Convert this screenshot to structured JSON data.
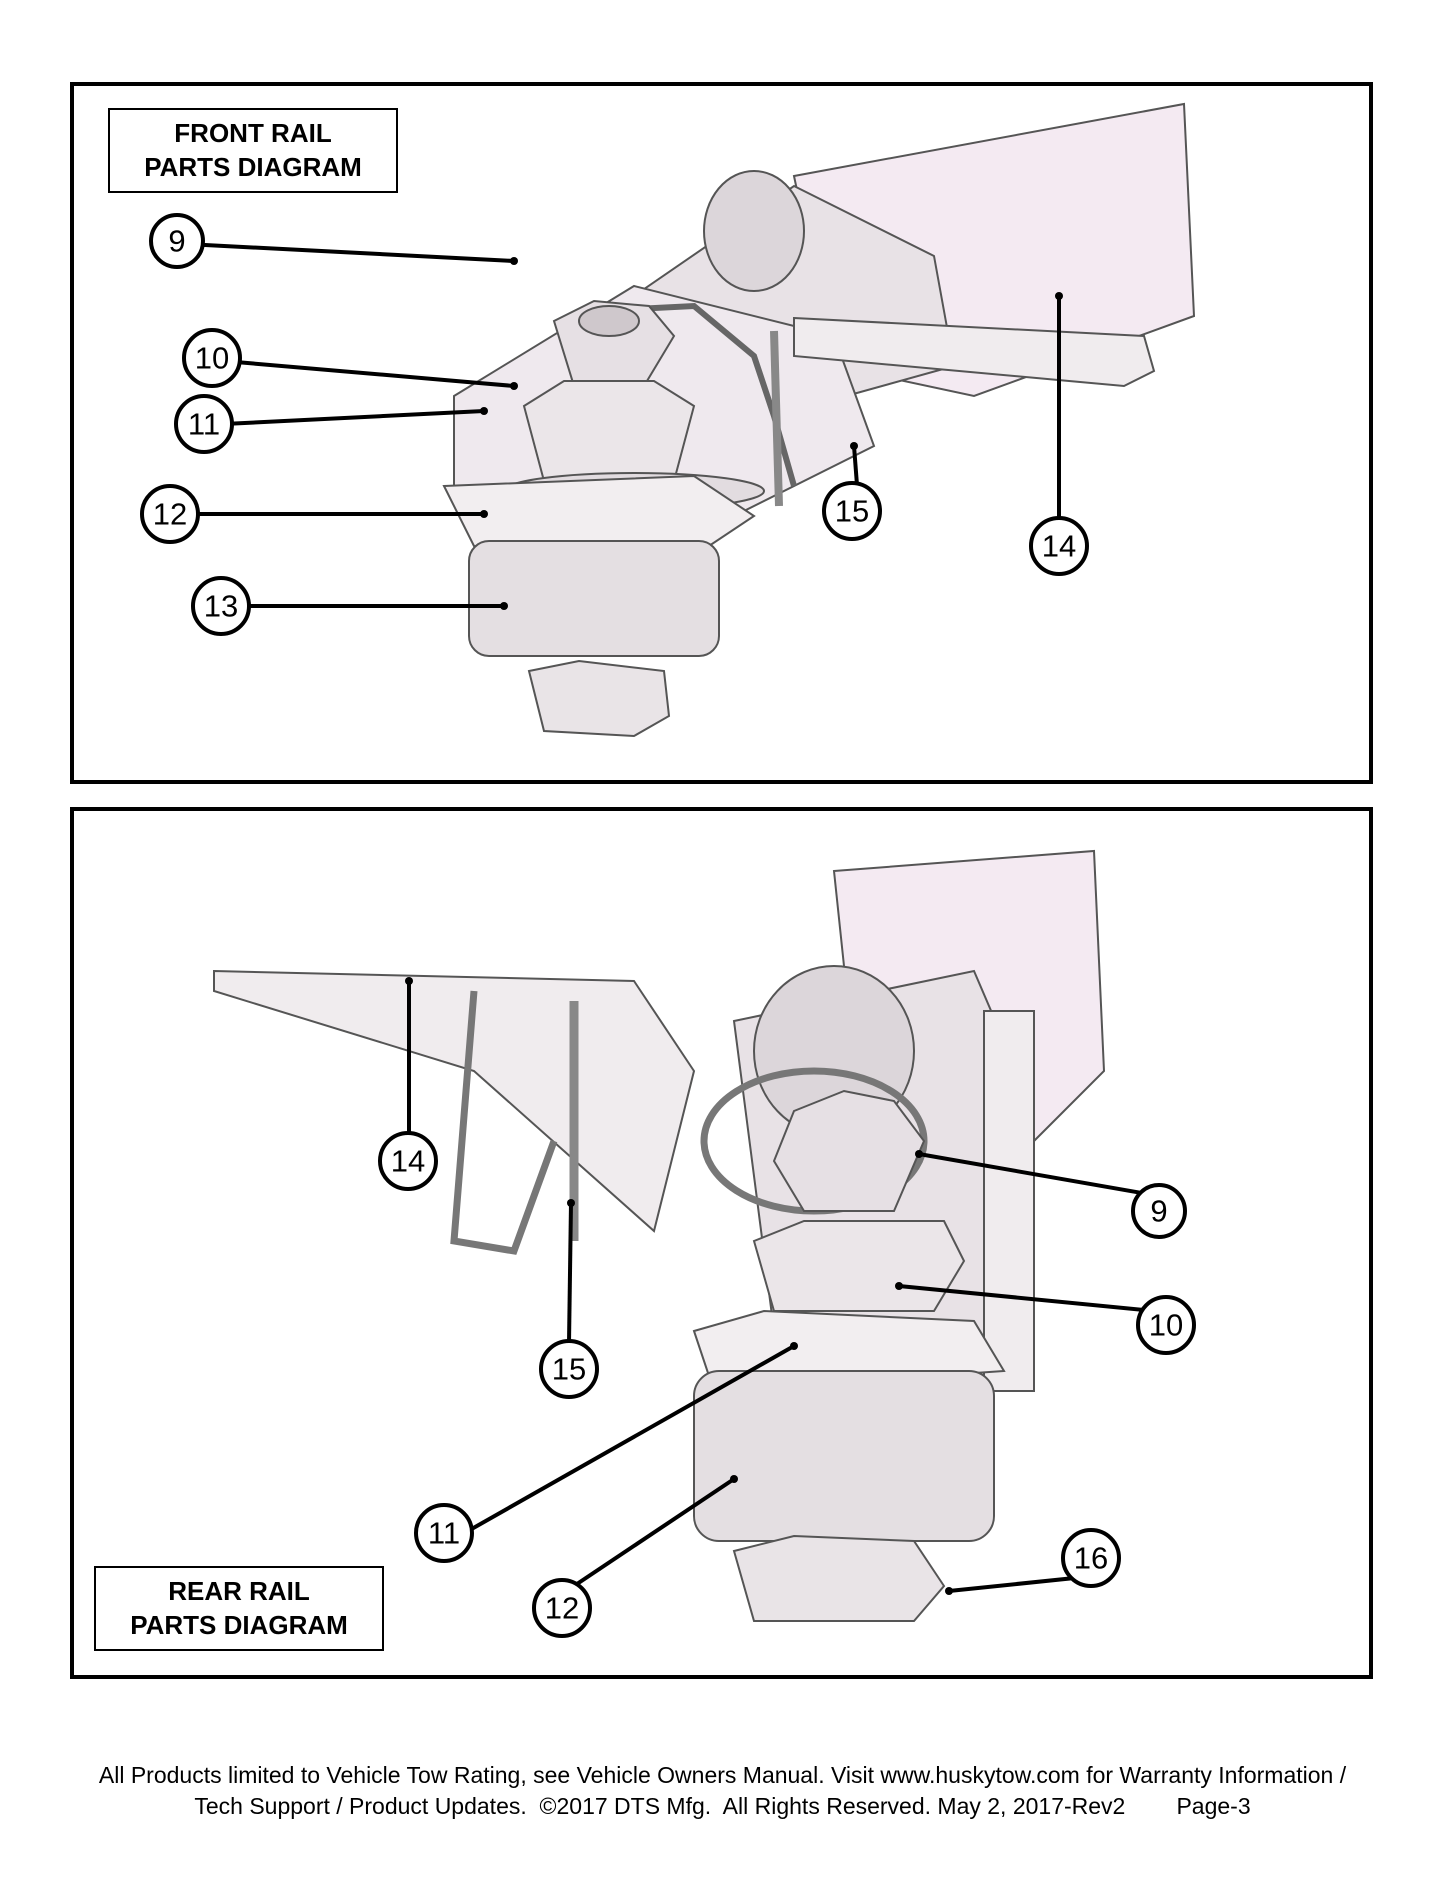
{
  "front": {
    "title_line1": "FRONT RAIL",
    "title_line2": "PARTS DIAGRAM",
    "callouts": [
      "9",
      "10",
      "11",
      "12",
      "13",
      "14",
      "15"
    ]
  },
  "rear": {
    "title_line1": "REAR RAIL",
    "title_line2": "PARTS DIAGRAM",
    "callouts": [
      "14",
      "15",
      "9",
      "10",
      "11",
      "12",
      "16"
    ]
  },
  "footer": {
    "line1": "All Products limited to Vehicle Tow Rating, see Vehicle Owners Manual. Visit www.huskytow.com for Warranty Information /",
    "line2": "Tech Support / Product Updates.  ©2017 DTS Mfg.  All Rights Reserved. May 2, 2017-Rev2        Page-3"
  },
  "colors": {
    "part_fill": "#ece8ea",
    "part_shade": "#dcd6da",
    "part_tint": "#f4e8f2",
    "line": "#000000"
  }
}
